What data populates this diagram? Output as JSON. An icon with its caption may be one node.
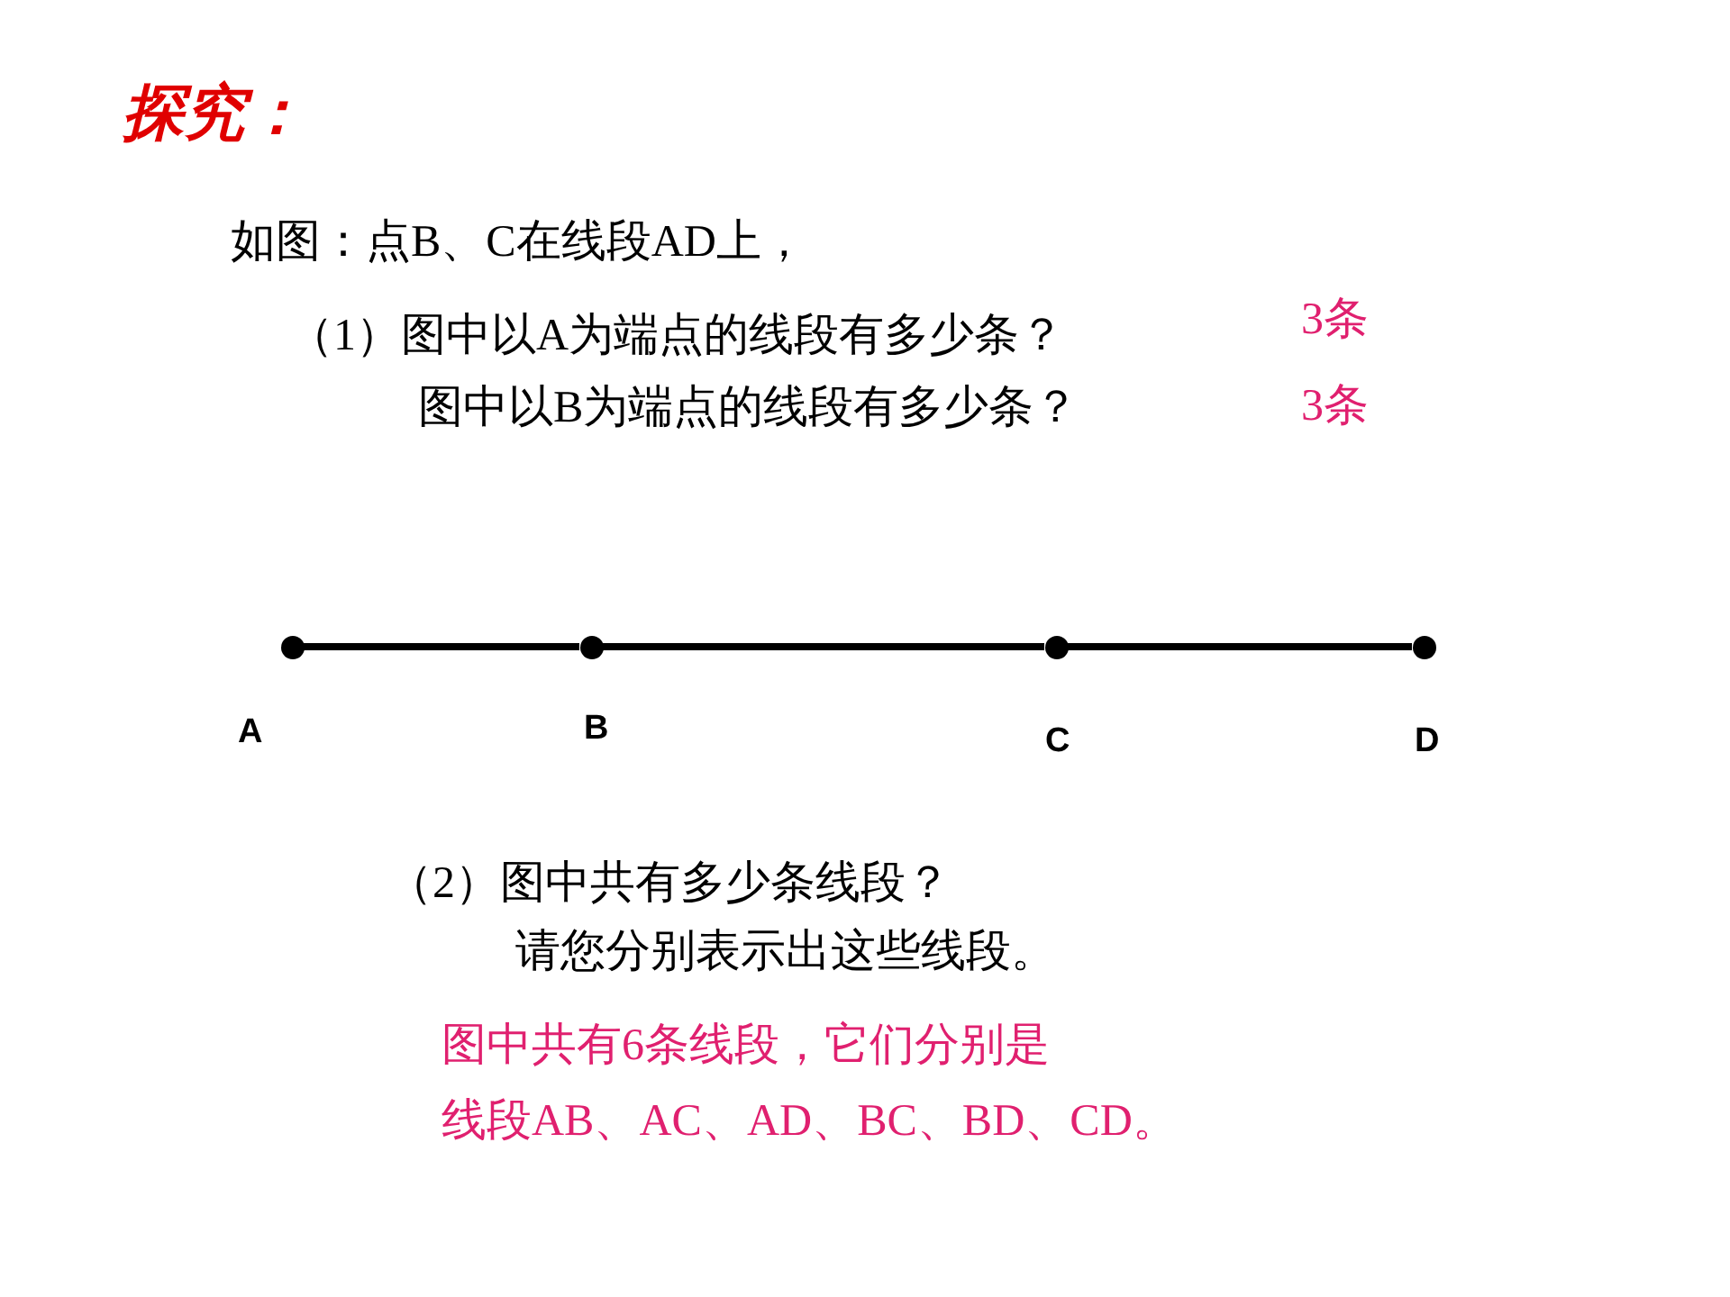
{
  "diagram": {
    "title": "探究：",
    "nodes": [
      {
        "text": [],
        "shape": "circle",
        "beside": [
          "A"
        ]
      },
      {
        "text": [],
        "shape": "circle",
        "beside": [
          "B"
        ]
      },
      {
        "text": [],
        "shape": "circle",
        "beside": [
          "C"
        ]
      },
      {
        "text": [],
        "shape": "circle",
        "beside": [
          "D"
        ]
      }
    ],
    "edges": [
      {
        "from": 0,
        "to": 1,
        "arrow": "none"
      },
      {
        "from": 1,
        "to": 2,
        "arrow": "none"
      },
      {
        "from": 2,
        "to": 3,
        "arrow": "none"
      }
    ],
    "labels": [
      "如图：点B、C在线段AD上，",
      "（1）图中以A为端点的线段有多少条？",
      "3条",
      "图中以B为端点的线段有多少条？",
      "3条",
      "（2）图中共有多少条线段？",
      "请您分别表示出这些线段。",
      "图中共有6条线段，它们分别是",
      "线段AB、AC、AD、BC、BD、CD。"
    ]
  }
}
